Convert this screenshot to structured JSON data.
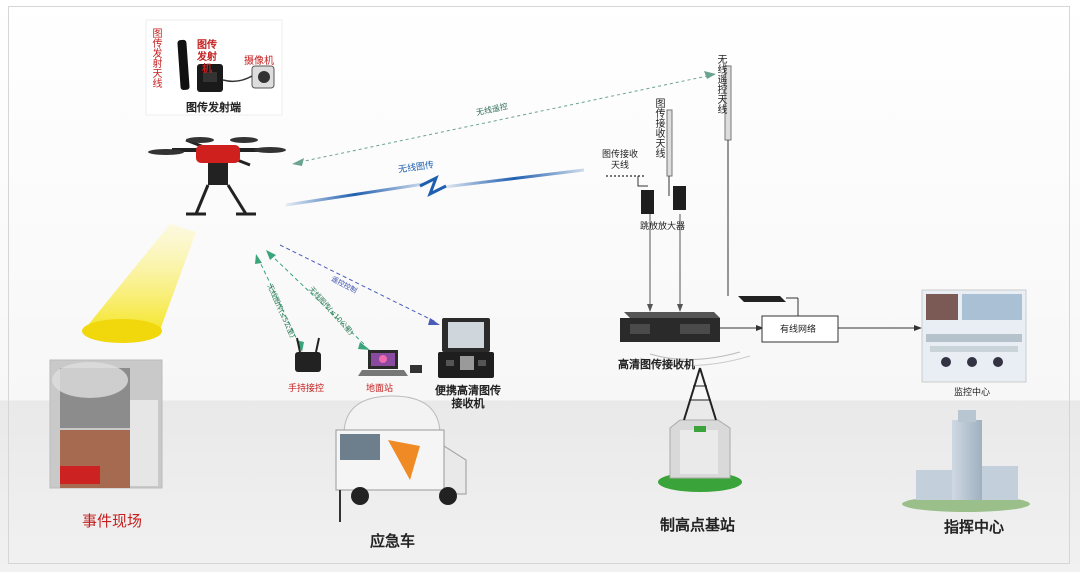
{
  "labels": {
    "tx_antenna": "图传发射天线",
    "tx_unit": "图传发射机",
    "camera": "摄像机",
    "tx_end": "图传发射端",
    "wireless_control": "无线遥控",
    "wireless_video": "无线图传",
    "rc_antenna": "无线遥控天线",
    "rx_antenna_tall": "图传接收天线",
    "rx_antenna_short": "图传接收天线",
    "amplifier": "跳放放大器",
    "hd_receiver": "高清图传接收机",
    "wired_network": "有线网络",
    "monitor_center": "监控中心",
    "link_remote": "遥控控制",
    "link_video_a": "无线图传(≤10公里)",
    "link_video_b": "无线图传(≤5公里)",
    "handheld": "手持接控",
    "laptop": "地面站",
    "portable_receiver": "便携高清图传接收机",
    "scene": "事件现场",
    "vehicle": "应急车",
    "high_base": "制高点基站",
    "command": "指挥中心"
  },
  "colors": {
    "accent_blue": "#1f5fb0",
    "accent_red": "#c41e1e",
    "beam_yellow": "#f5e62c",
    "grass_green": "#3aa43a"
  }
}
